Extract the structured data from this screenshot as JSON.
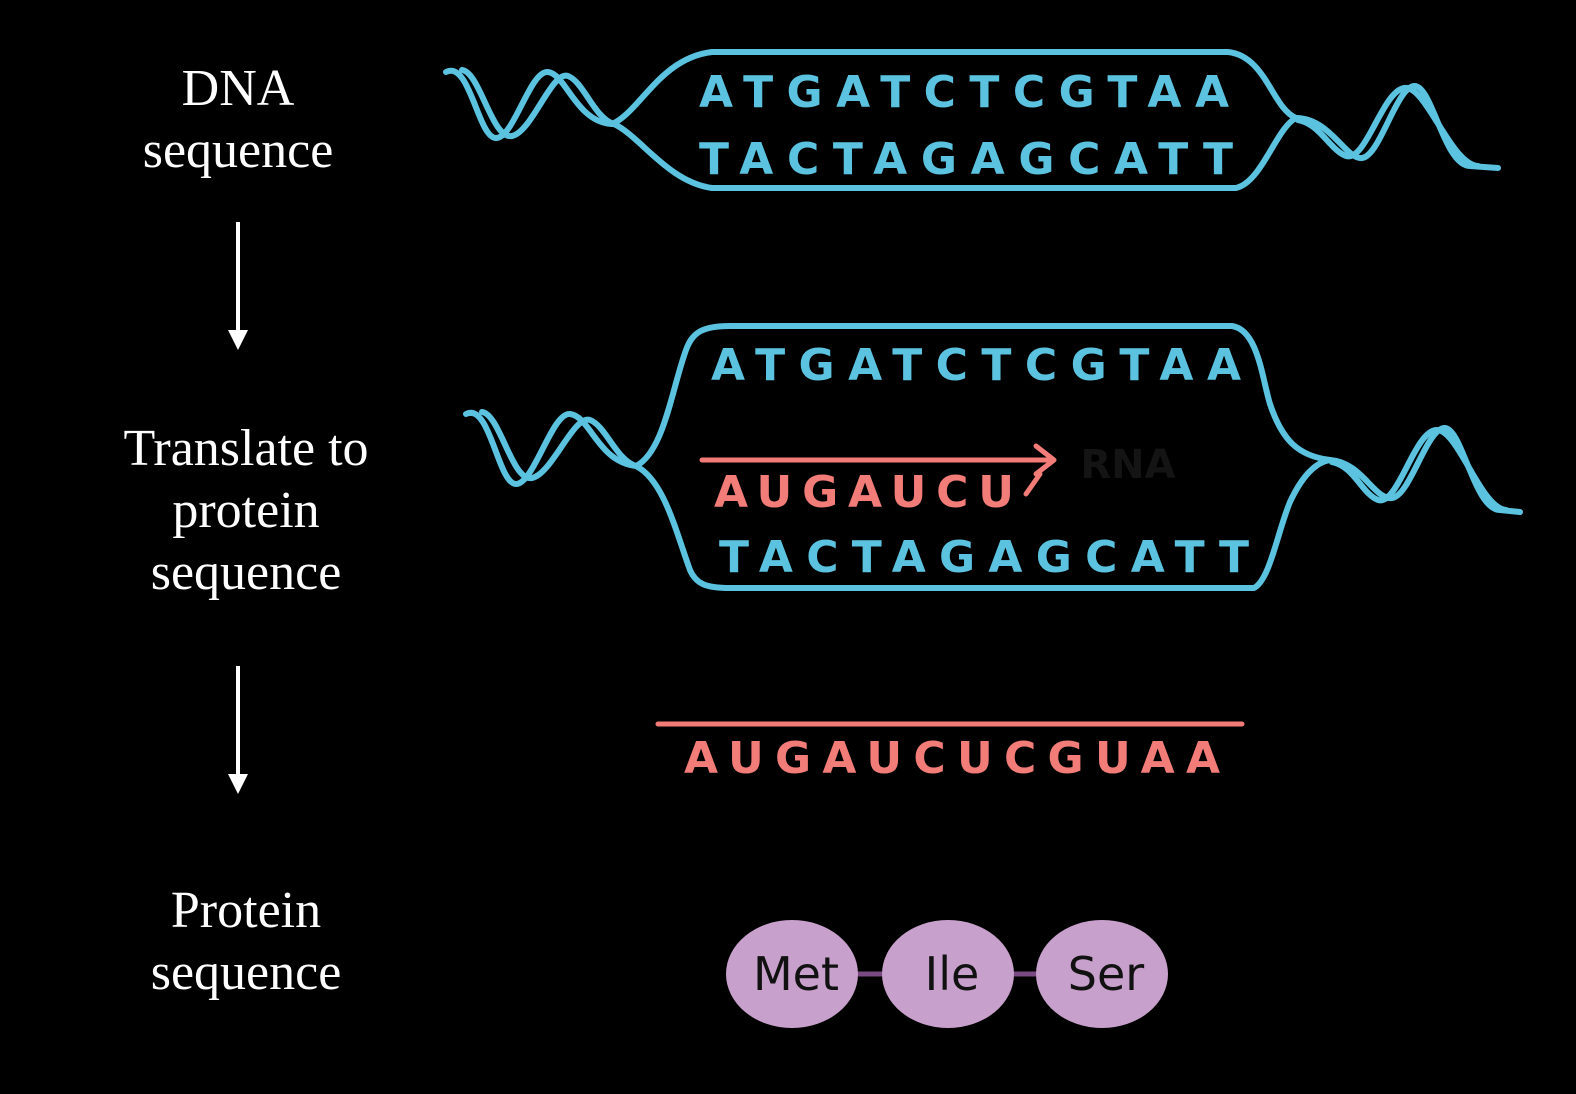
{
  "steps": {
    "dna": {
      "line1": "DNA",
      "line2": "sequence"
    },
    "translate": {
      "line1": "Translate to",
      "line2": "protein",
      "line3": "sequence"
    },
    "protein": {
      "line1": "Protein",
      "line2": "sequence"
    }
  },
  "dna_panel": {
    "top_strand": "ATGATCTCGTAA",
    "bottom_strand": "TACTAGAGCATT"
  },
  "transcription_panel": {
    "top_strand": "ATGATCTCGTAA",
    "rna_partial": "AUGAUCU",
    "rna_tag": "RNA",
    "bottom_strand": "TACTAGAGCATT"
  },
  "mrna": {
    "sequence": "AUGAUCUCGUAA"
  },
  "protein_chain": {
    "amino_acids": [
      "Met",
      "Ile",
      "Ser"
    ]
  },
  "colors": {
    "background": "#000000",
    "label_text": "#ffffff",
    "dna_strand": "#5bc3e0",
    "rna_strand": "#f27c78",
    "amino_acid": "#c8a0cc",
    "peptide_bond": "#7a4a82"
  }
}
